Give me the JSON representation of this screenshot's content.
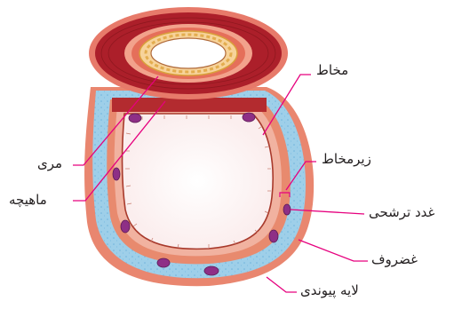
{
  "labels": {
    "mucosa": "مخاط",
    "submucosa": "زیرمخاط",
    "glands": "غدد ترشحی",
    "cartilage": "غضروف",
    "connective": "لایه پیوندی",
    "esophagus": "مری",
    "muscle": "ماهیچه"
  },
  "colors": {
    "leader_line": "#e6007e",
    "cartilage": "#9ecfe9",
    "esophagus_muscle": "#b8242b",
    "mucosa": "#e57f63",
    "gland": "#8e2f86"
  }
}
